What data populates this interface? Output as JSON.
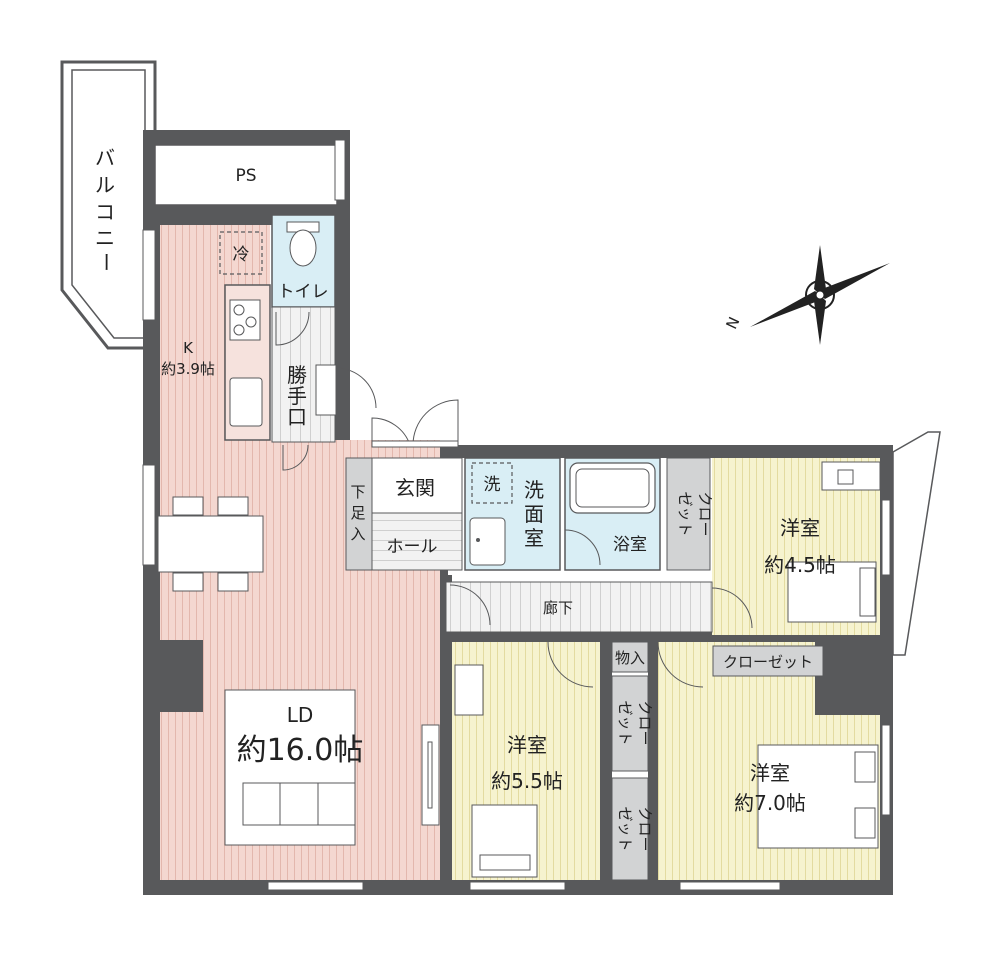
{
  "colors": {
    "wall": "#58595b",
    "wood": "#f4d7d0",
    "wood_line": "#e3b7ad",
    "tatami_yellow": "#f6f3cf",
    "yellow_line": "#e3dba0",
    "wet": "#d9eef5",
    "tile": "#eeeeee",
    "closet": "#d2d3d4"
  },
  "rooms": {
    "ld": {
      "name": "LD",
      "size": "約16.0帖"
    },
    "kitchen": {
      "name": "K",
      "size": "約3.9帖"
    },
    "room1": {
      "name": "洋室",
      "size": "約4.5帖"
    },
    "room2": {
      "name": "洋室",
      "size": "約5.5帖"
    },
    "room3": {
      "name": "洋室",
      "size": "約7.0帖"
    },
    "bathroom": {
      "name": "浴室"
    },
    "washroom": {
      "name": "洗面室",
      "line1": "洗",
      "line2": "面",
      "line3": "室"
    },
    "toilet": {
      "name": "トイレ"
    },
    "entrance": {
      "name": "玄関"
    },
    "hall": {
      "name": "ホール"
    },
    "corridor": {
      "name": "廊下"
    },
    "service_door": {
      "name": "勝手口",
      "line1": "勝",
      "line2": "手",
      "line3": "口"
    },
    "ps": {
      "name": "PS"
    },
    "balcony": {
      "name": "バルコニー",
      "c1": "バ",
      "c2": "ル",
      "c3": "コ",
      "c4": "ニ",
      "c5": "ー"
    }
  },
  "storage": {
    "shoe": {
      "name": "下足入",
      "c1": "下",
      "c2": "足",
      "c3": "入"
    },
    "closet1": {
      "line1": "クロー",
      "line2": "ゼット"
    },
    "closet_wide": {
      "name": "クローゼット"
    },
    "closet2": {
      "line1": "クロー",
      "line2": "ゼット"
    },
    "closet3": {
      "line1": "クロー",
      "line2": "ゼット"
    },
    "monoire": {
      "name": "物入"
    }
  },
  "fixtures": {
    "fridge": "冷",
    "washer": "洗"
  },
  "compass": {
    "north": "N"
  }
}
